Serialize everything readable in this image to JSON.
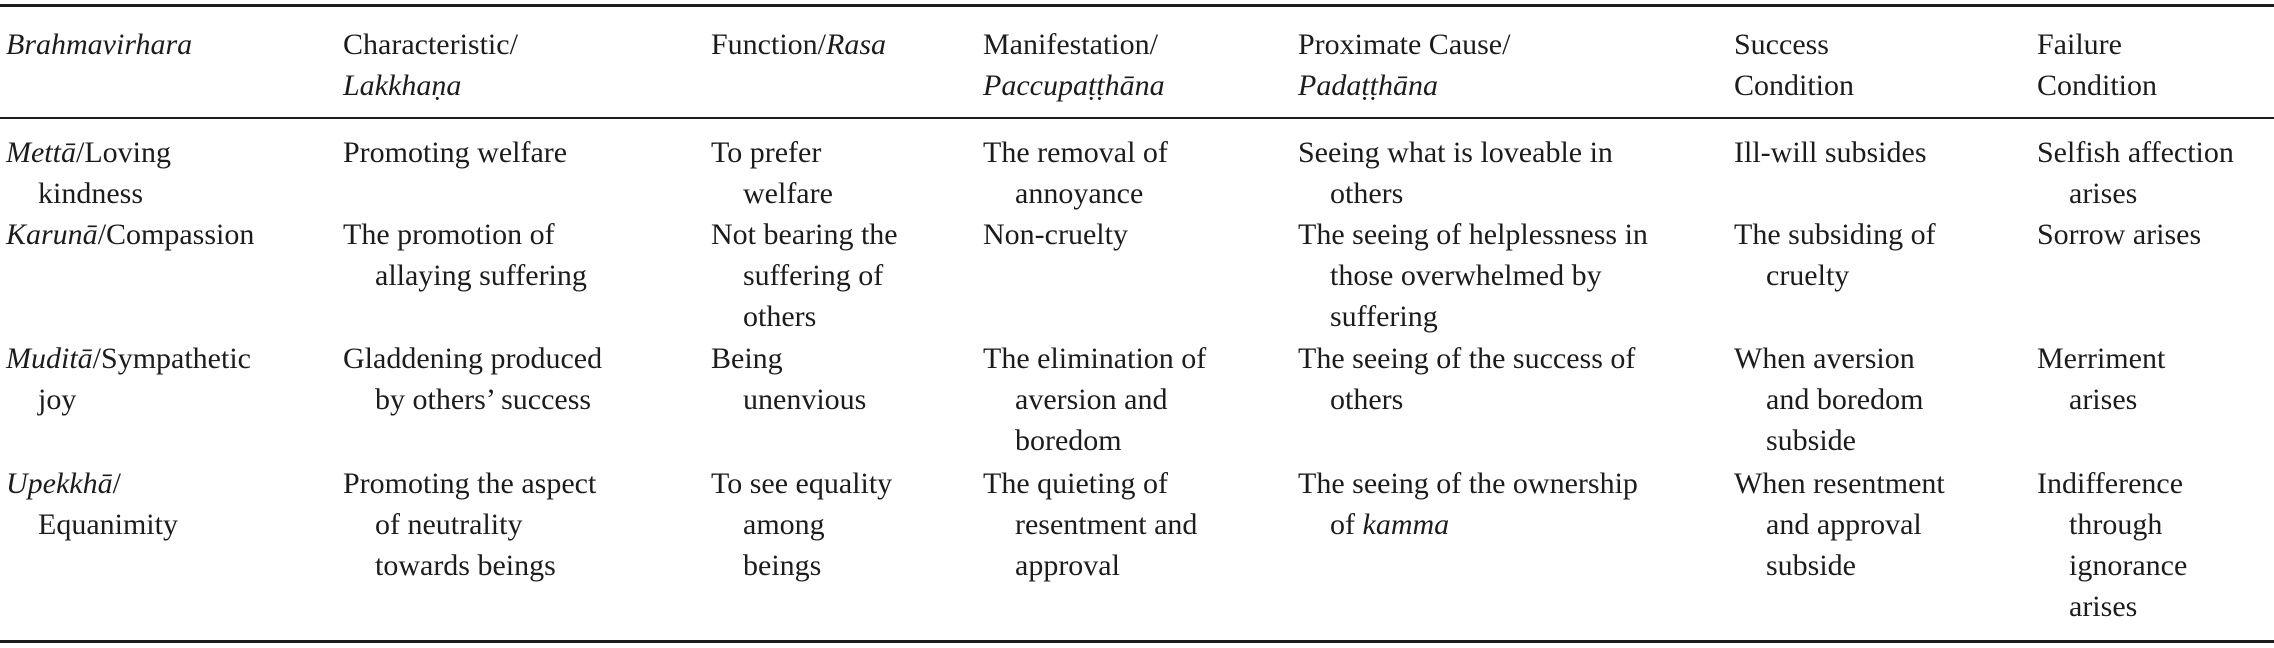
{
  "table": {
    "headers": {
      "c0": {
        "l1_it": "Brahmavirhara"
      },
      "c1": {
        "l1": "Characteristic/",
        "l2_it": "Lakkhaṇa"
      },
      "c2": {
        "l1": "Function/",
        "l1_it": "Rasa"
      },
      "c3": {
        "l1": "Manifestation/",
        "l2_it": "Paccupaṭṭhāna"
      },
      "c4": {
        "l1": "Proximate Cause/",
        "l2_it": "Padaṭṭhāna"
      },
      "c5": {
        "l1": "Success",
        "l2": "Condition"
      },
      "c6": {
        "l1": "Failure",
        "l2": "Condition"
      }
    },
    "rows": [
      {
        "c0": {
          "it": "Mettā",
          "rest": "/Loving",
          "l2": "kindness"
        },
        "c1": {
          "l1": "Promoting welfare"
        },
        "c2": {
          "l1": "To prefer",
          "l2": "welfare"
        },
        "c3": {
          "l1": "The removal of",
          "l2": "annoyance"
        },
        "c4": {
          "l1": "Seeing what is loveable in",
          "l2": "others"
        },
        "c5": {
          "l1": "Ill-will subsides"
        },
        "c6": {
          "l1": "Selfish affection",
          "l2": "arises"
        }
      },
      {
        "c0": {
          "it": "Karunā",
          "rest": "/Compassion"
        },
        "c1": {
          "l1": "The promotion of",
          "l2": "allaying suffering"
        },
        "c2": {
          "l1": "Not bearing the",
          "l2": "suffering of",
          "l3": "others"
        },
        "c3": {
          "l1": "Non-cruelty"
        },
        "c4": {
          "l1": "The seeing of helplessness in",
          "l2": "those overwhelmed by",
          "l3": "suffering"
        },
        "c5": {
          "l1": "The subsiding of",
          "l2": "cruelty"
        },
        "c6": {
          "l1": "Sorrow arises"
        }
      },
      {
        "c0": {
          "it": "Muditā",
          "rest": "/Sympathetic",
          "l2": "joy"
        },
        "c1": {
          "l1": "Gladdening produced",
          "l2": "by others’ success"
        },
        "c2": {
          "l1": "Being",
          "l2": "unenvious"
        },
        "c3": {
          "l1": "The elimination of",
          "l2": "aversion and",
          "l3": "boredom"
        },
        "c4": {
          "l1": "The seeing of the success of",
          "l2": "others"
        },
        "c5": {
          "l1": "When aversion",
          "l2": "and boredom",
          "l3": "subside"
        },
        "c6": {
          "l1": "Merriment",
          "l2": "arises"
        }
      },
      {
        "c0": {
          "it": "Upekkhā",
          "rest": "/",
          "l2": "Equanimity"
        },
        "c1": {
          "l1": "Promoting the aspect",
          "l2": "of neutrality",
          "l3": "towards beings"
        },
        "c2": {
          "l1": "To see equality",
          "l2": "among",
          "l3": "beings"
        },
        "c3": {
          "l1": "The quieting of",
          "l2": "resentment and",
          "l3": "approval"
        },
        "c4": {
          "l1": "The seeing of the ownership",
          "l2a": "of ",
          "l2_it": "kamma"
        },
        "c5": {
          "l1": "When resentment",
          "l2": "and approval",
          "l3": "subside"
        },
        "c6": {
          "l1": "Indifference",
          "l2": "through",
          "l3": "ignorance",
          "l4": "arises"
        }
      }
    ]
  }
}
